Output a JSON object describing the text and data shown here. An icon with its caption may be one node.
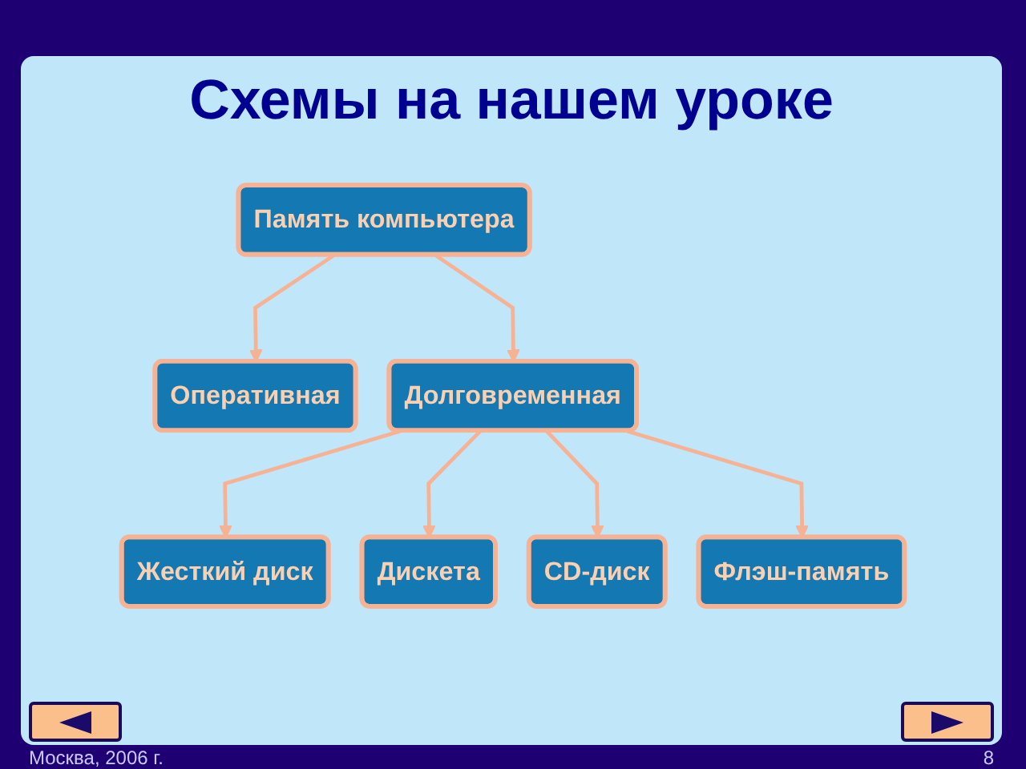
{
  "diagram": {
    "title": "Схемы на нашем уроке",
    "nodes": [
      {
        "text": [
          "Память компьютера"
        ]
      },
      {
        "text": [
          "Оперативная"
        ]
      },
      {
        "text": [
          "Долговременная"
        ]
      },
      {
        "text": [
          "Жесткий диск"
        ]
      },
      {
        "text": [
          "Дискета"
        ]
      },
      {
        "text": [
          "CD-диск"
        ]
      },
      {
        "text": [
          "Флэш-память"
        ]
      }
    ],
    "edges": [
      {
        "from": 0,
        "to": 1,
        "arrow": "to"
      },
      {
        "from": 0,
        "to": 2,
        "arrow": "to"
      },
      {
        "from": 2,
        "to": 3,
        "arrow": "to"
      },
      {
        "from": 2,
        "to": 4,
        "arrow": "to"
      },
      {
        "from": 2,
        "to": 5,
        "arrow": "to"
      },
      {
        "from": 2,
        "to": 6,
        "arrow": "to"
      }
    ],
    "labels": [
      "Москва, 2006 г.",
      "8"
    ]
  }
}
